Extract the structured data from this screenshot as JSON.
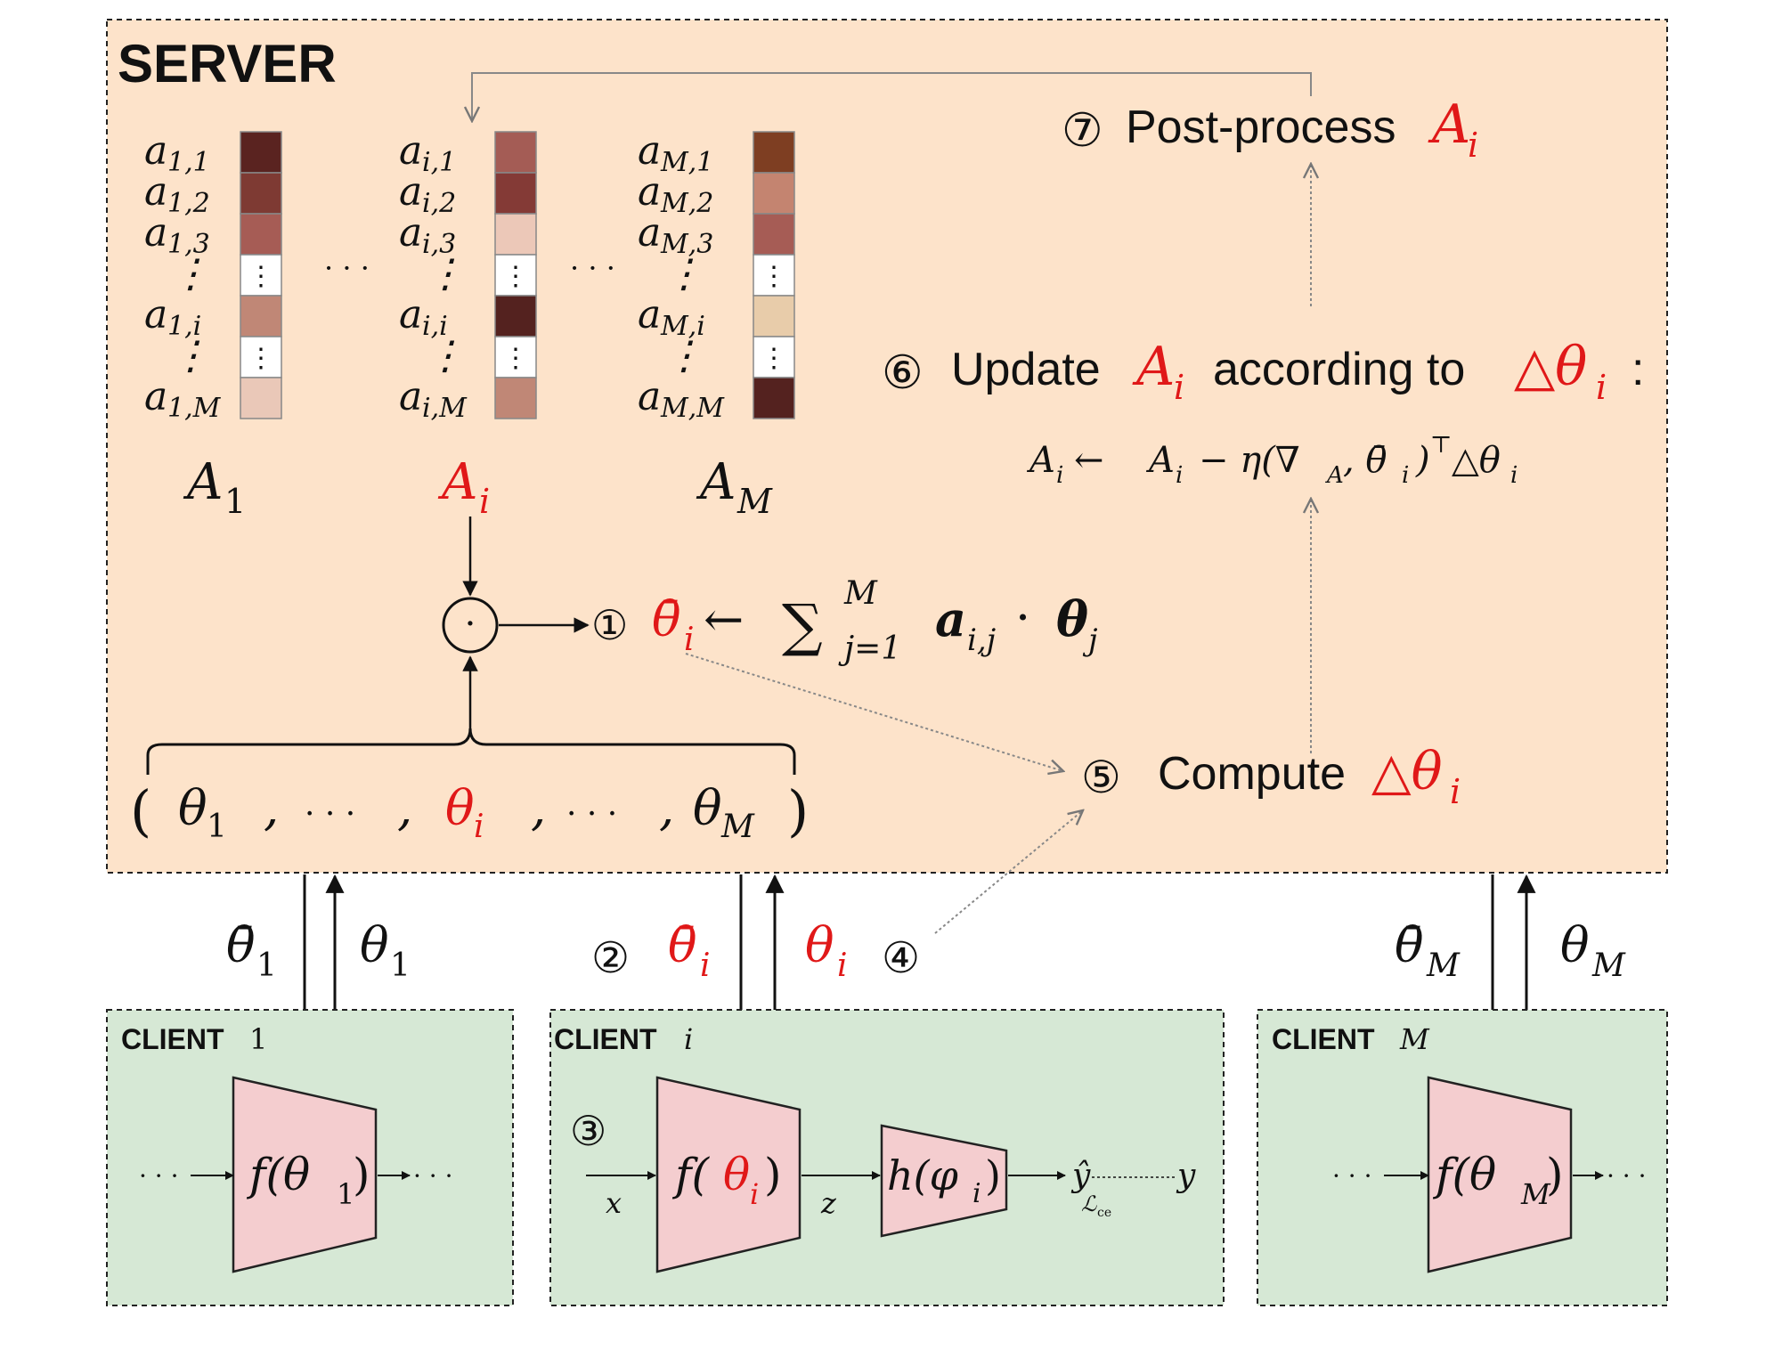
{
  "server": {
    "title": "SERVER",
    "matrices": [
      {
        "label": "A",
        "label_sub": "1",
        "label_red": false,
        "rows": [
          {
            "base": "a",
            "sub": "1,1"
          },
          {
            "base": "a",
            "sub": "1,2"
          },
          {
            "base": "a",
            "sub": "1,3"
          },
          {
            "base": "⋮",
            "sub": ""
          },
          {
            "base": "a",
            "sub": "1,i"
          },
          {
            "base": "⋮",
            "sub": ""
          },
          {
            "base": "a",
            "sub": "1,M"
          }
        ],
        "cells": [
          "#5a2320",
          "#7e3a33",
          "#a65c55",
          "dots",
          "#c08776",
          "dots",
          "#eac8b8"
        ]
      },
      {
        "label": "A",
        "label_sub": "i",
        "label_red": true,
        "rows": [
          {
            "base": "a",
            "sub": "i,1"
          },
          {
            "base": "a",
            "sub": "i,2"
          },
          {
            "base": "a",
            "sub": "i,3"
          },
          {
            "base": "⋮",
            "sub": ""
          },
          {
            "base": "a",
            "sub": "i,i"
          },
          {
            "base": "⋮",
            "sub": ""
          },
          {
            "base": "a",
            "sub": "i,M"
          }
        ],
        "cells": [
          "#a45c55",
          "#843a36",
          "#ecc8b8",
          "dots",
          "#54221f",
          "dots",
          "#c08776"
        ]
      },
      {
        "label": "A",
        "label_sub": "M",
        "label_red": false,
        "rows": [
          {
            "base": "a",
            "sub": "M,1"
          },
          {
            "base": "a",
            "sub": "M,2"
          },
          {
            "base": "a",
            "sub": "M,3"
          },
          {
            "base": "⋮",
            "sub": ""
          },
          {
            "base": "a",
            "sub": "M,i"
          },
          {
            "base": "⋮",
            "sub": ""
          },
          {
            "base": "a",
            "sub": "M,M"
          }
        ],
        "cells": [
          "#7e3e22",
          "#c48470",
          "#a65c55",
          "dots",
          "#e8ccaa",
          "dots",
          "#54221f"
        ]
      }
    ],
    "hdots": "· · ·",
    "odot": "·",
    "step1": {
      "num": "①",
      "lhs": "θ̄",
      "lhs_sub": "i",
      "arrow": "←",
      "sum": "∑",
      "sum_sup": "M",
      "sum_sub": "j=1",
      "rhs": "a",
      "rhs_sub": "i,j",
      "dot": "·",
      "rhs2": "θ",
      "rhs2_sub": "j"
    },
    "params": {
      "open": "(",
      "close": ")",
      "items": [
        {
          "base": "θ",
          "sub": "1",
          "red": false
        },
        {
          "base": ",",
          "sub": "",
          "red": false
        },
        {
          "base": "· · ·",
          "sub": "",
          "red": false
        },
        {
          "base": ",",
          "sub": "",
          "red": false
        },
        {
          "base": "θ",
          "sub": "i",
          "red": true
        },
        {
          "base": ",",
          "sub": "",
          "red": false
        },
        {
          "base": "· · ·",
          "sub": "",
          "red": false
        },
        {
          "base": ",",
          "sub": "",
          "red": false
        },
        {
          "base": "θ",
          "sub": "M",
          "red": false
        }
      ]
    },
    "step5": {
      "num": "⑤",
      "text": "Compute",
      "sym": "△θ",
      "sym_sub": "i"
    },
    "step6": {
      "num": "⑥",
      "text1": "Update",
      "sym1": "A",
      "sym1_sub": "i",
      "text2": "according to",
      "sym2": "△θ",
      "sym2_sub": "i",
      "colon": ":"
    },
    "update_formula": "A",
    "update_formula_parts": {
      "a": "A",
      "a_sub": "i",
      "arrow": "←",
      "b": "A",
      "b_sub": "i",
      "minus": "− η(∇",
      "nabla_sub": "A",
      "theta": ", θ̄",
      "theta_sub": "i",
      "close": ")",
      "top": "⊤",
      "delta": "△θ",
      "delta_sub": "i"
    },
    "step7": {
      "num": "⑦",
      "text": "Post-process",
      "sym": "A",
      "sym_sub": "i"
    }
  },
  "links": [
    {
      "down": "θ̄",
      "down_sub": "1",
      "up": "θ",
      "up_sub": "1"
    },
    {
      "num_left": "②",
      "down": "θ̄",
      "down_sub": "i",
      "up": "θ",
      "up_sub": "i",
      "num_right": "④"
    },
    {
      "down": "θ̄",
      "down_sub": "M",
      "up": "θ",
      "up_sub": "M"
    }
  ],
  "clients": [
    {
      "title": "CLIENT",
      "title_sym": "1",
      "f": "f(θ",
      "f_sub": "1",
      "f_close": ")",
      "in_dots": "· · ·",
      "out_dots": "· · ·"
    },
    {
      "title": "CLIENT",
      "title_sym": "i",
      "step3": "③",
      "f": "f(",
      "f_theta": "θ",
      "f_sub": "i",
      "f_close": ")",
      "x": "x",
      "z": "z",
      "h": "h(φ",
      "h_sub": "i",
      "h_close": ")",
      "yhat": "ŷ",
      "loss": "ℒ",
      "loss_sub": "ce",
      "y": "y"
    },
    {
      "title": "CLIENT",
      "title_sym": "M",
      "f": "f(θ",
      "f_sub": "M",
      "f_close": ")",
      "in_dots": "· · ·",
      "out_dots": "· · ·"
    }
  ],
  "colors": {
    "server_bg": "#fde3ca",
    "client_bg": "#d6e8d5",
    "encoder_fill": "#f4cdcf",
    "accent_red": "#e01818"
  }
}
